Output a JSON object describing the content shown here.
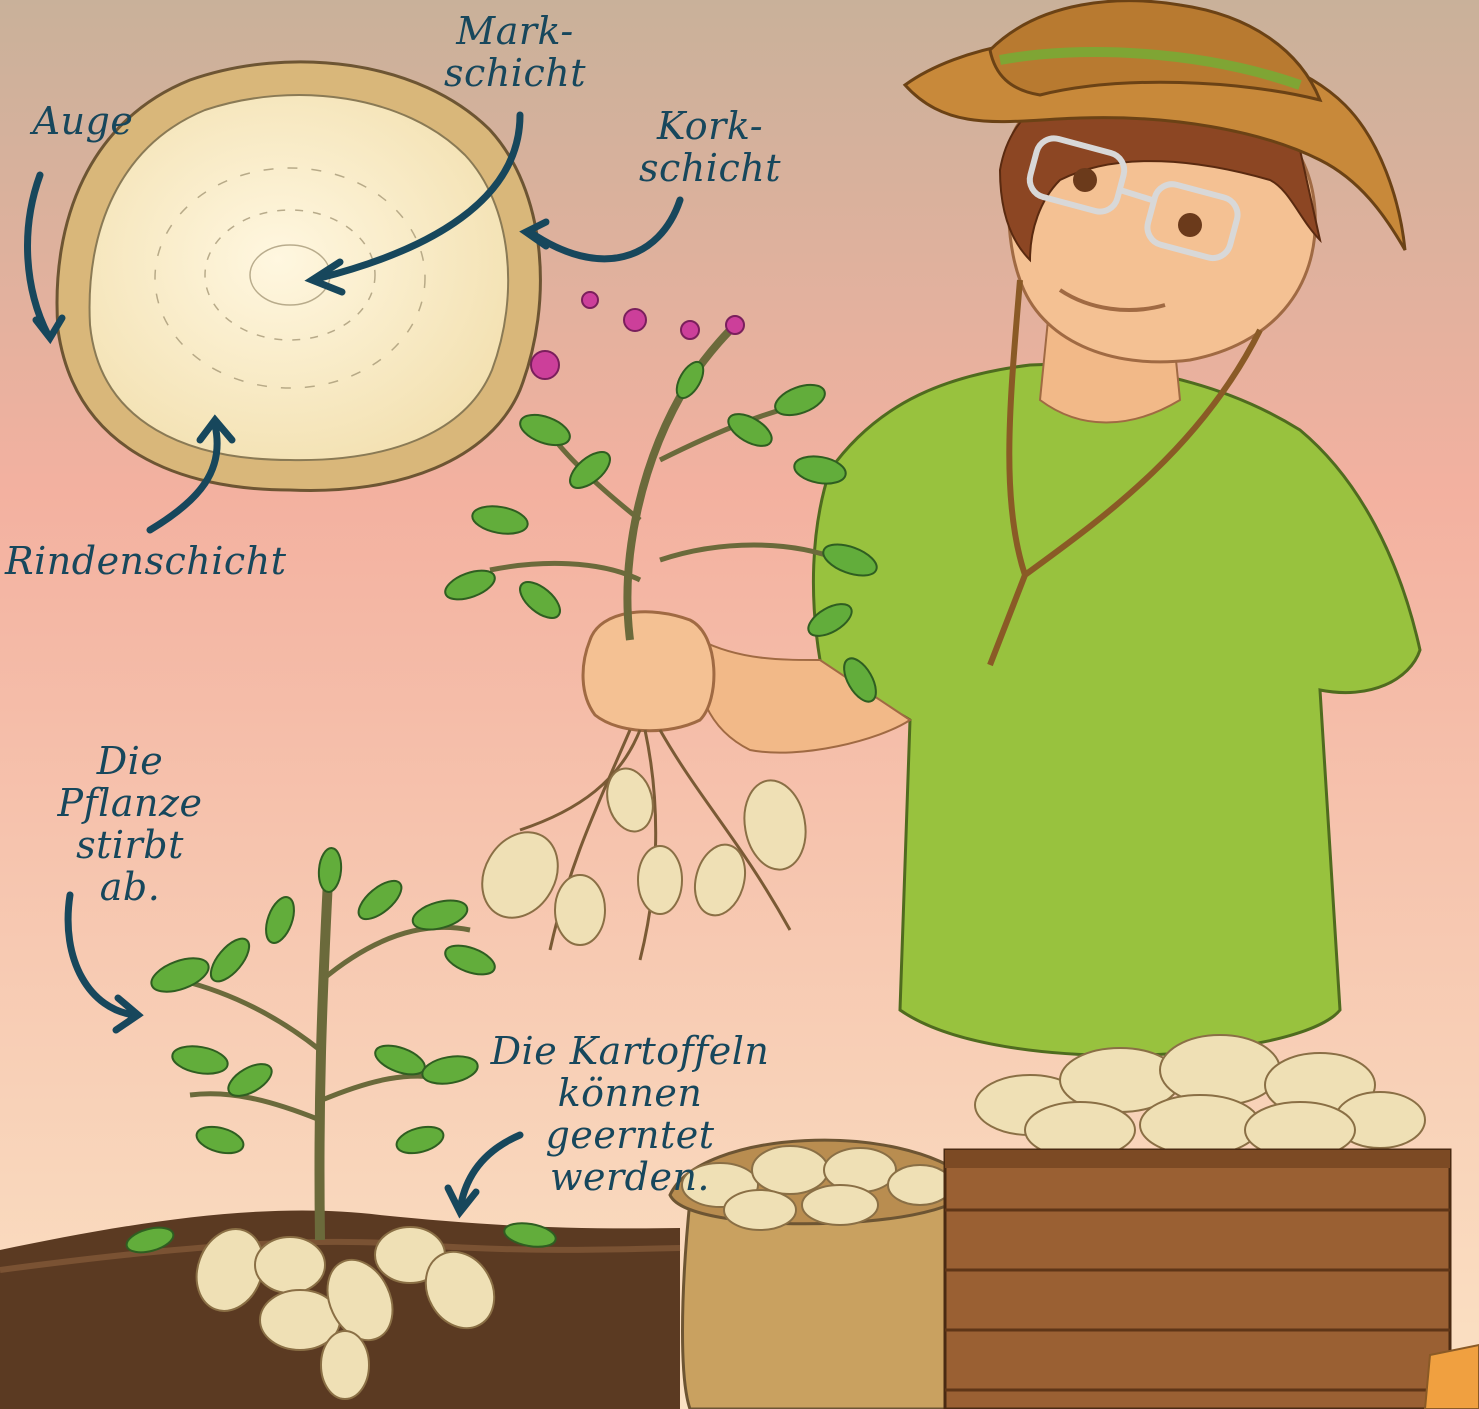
{
  "labels": {
    "auge": "Auge",
    "markschicht": "Mark-\nschicht",
    "korkschicht": "Kork-\nschicht",
    "rindenschicht": "Rindenschicht",
    "pflanze_stirbt": "Die\nPflanze\nstirbt ab.",
    "kartoffeln_geerntet": "Die Kartoffeln\nkönnen geerntet\nwerden."
  },
  "colors": {
    "bg_top": "#c9b19a",
    "bg_mid": "#f3b1a0",
    "bg_bottom": "#fbe2c4",
    "label": "#17475c",
    "soil": "#5b3a22",
    "shirt": "#98c23e",
    "crate": "#9a6033",
    "potato": "#efe0b5"
  }
}
